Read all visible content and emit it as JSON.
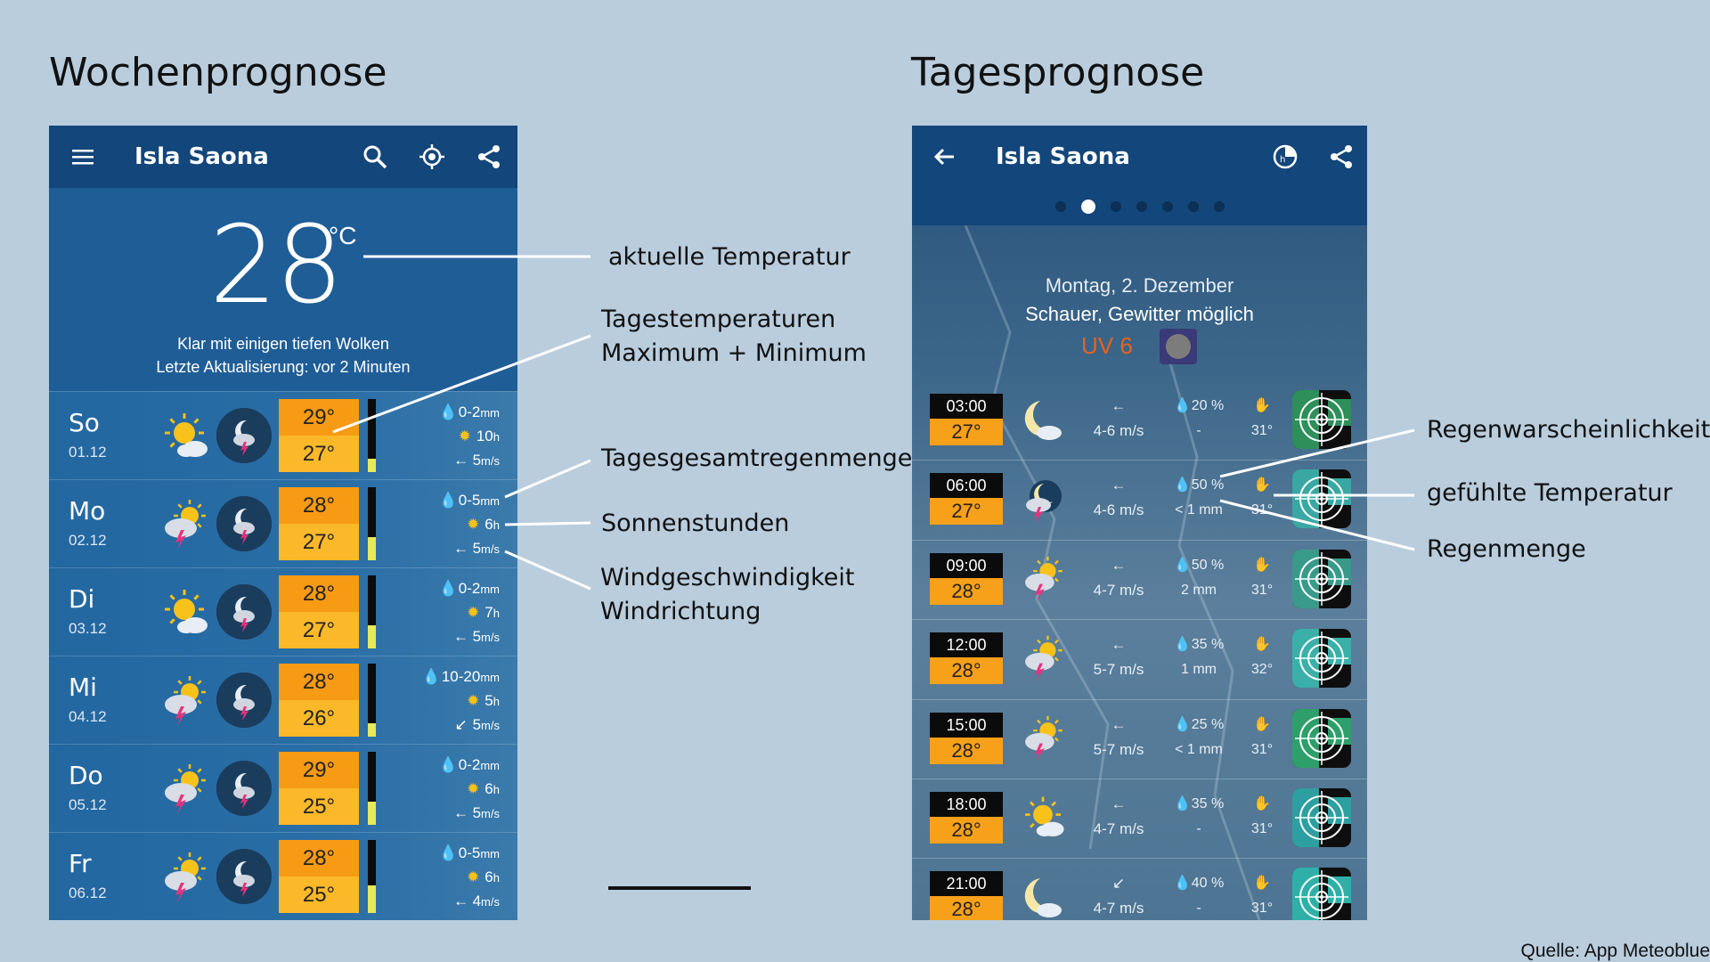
{
  "headings": {
    "left": "Wochenprognose",
    "right": "Tagesprognose"
  },
  "week": {
    "location": "Isla Saona",
    "current_temp": "28",
    "unit": "°C",
    "description": "Klar mit einigen tiefen Wolken",
    "updated": "Letzte Aktualisierung: vor 2 Minuten",
    "days": [
      {
        "name": "So",
        "date": "01.12",
        "max": "29°",
        "min": "27°",
        "rain": "0-2",
        "rain_unit": "mm",
        "sun": "10",
        "sun_unit": "h",
        "wind": "5",
        "wind_unit": "m/s",
        "rain_fill": 0.18
      },
      {
        "name": "Mo",
        "date": "02.12",
        "max": "28°",
        "min": "27°",
        "rain": "0-5",
        "rain_unit": "mm",
        "sun": "6",
        "sun_unit": "h",
        "wind": "5",
        "wind_unit": "m/s",
        "rain_fill": 0.32
      },
      {
        "name": "Di",
        "date": "03.12",
        "max": "28°",
        "min": "27°",
        "rain": "0-2",
        "rain_unit": "mm",
        "sun": "7",
        "sun_unit": "h",
        "wind": "5",
        "wind_unit": "m/s",
        "rain_fill": 0.32
      },
      {
        "name": "Mi",
        "date": "04.12",
        "max": "28°",
        "min": "26°",
        "rain": "10-20",
        "rain_unit": "mm",
        "sun": "5",
        "sun_unit": "h",
        "wind": "5",
        "wind_unit": "m/s",
        "rain_fill": 0.18
      },
      {
        "name": "Do",
        "date": "05.12",
        "max": "29°",
        "min": "25°",
        "rain": "0-2",
        "rain_unit": "mm",
        "sun": "6",
        "sun_unit": "h",
        "wind": "5",
        "wind_unit": "m/s",
        "rain_fill": 0.32
      },
      {
        "name": "Fr",
        "date": "06.12",
        "max": "28°",
        "min": "25°",
        "rain": "0-5",
        "rain_unit": "mm",
        "sun": "6",
        "sun_unit": "h",
        "wind": "4",
        "wind_unit": "m/s",
        "rain_fill": 0.38
      }
    ]
  },
  "day": {
    "location": "Isla Saona",
    "date": "Montag, 2. Dezember",
    "summary": "Schauer, Gewitter möglich",
    "uv": "UV 6",
    "hours": [
      {
        "time": "03:00",
        "temp": "27°",
        "wind": "4-6 m/s",
        "rain_prob": "20 %",
        "rain": "-",
        "feel": "31°"
      },
      {
        "time": "06:00",
        "temp": "27°",
        "wind": "4-6 m/s",
        "rain_prob": "50 %",
        "rain": "< 1 mm",
        "feel": "31°"
      },
      {
        "time": "09:00",
        "temp": "28°",
        "wind": "4-7 m/s",
        "rain_prob": "50 %",
        "rain": "2 mm",
        "feel": "31°"
      },
      {
        "time": "12:00",
        "temp": "28°",
        "wind": "5-7 m/s",
        "rain_prob": "35 %",
        "rain": "1 mm",
        "feel": "32°"
      },
      {
        "time": "15:00",
        "temp": "28°",
        "wind": "5-7 m/s",
        "rain_prob": "25 %",
        "rain": "< 1 mm",
        "feel": "31°"
      },
      {
        "time": "18:00",
        "temp": "28°",
        "wind": "4-7 m/s",
        "rain_prob": "35 %",
        "rain": "-",
        "feel": "31°"
      },
      {
        "time": "21:00",
        "temp": "28°",
        "wind": "4-7 m/s",
        "rain_prob": "40 %",
        "rain": "-",
        "feel": "31°"
      }
    ]
  },
  "annotations": {
    "current_temp": "aktuelle Temperatur",
    "day_temps_1": "Tagestemperaturen",
    "day_temps_2": "Maximum + Minimum",
    "total_rain": "Tagesgesamtregenmenge",
    "sun_hours": "Sonnenstunden",
    "wind_1": "Windgeschwindigkeit",
    "wind_2": "Windrichtung",
    "rain_prob": "Regenwarscheinlichkeit",
    "feel_temp": "gefühlte Temperatur",
    "rain_amount": "Regenmenge"
  },
  "source": "Quelle: App Meteoblue",
  "colors": {
    "background": "#b9cddd",
    "appbar": "#13467a",
    "max_temp": "#f79a14",
    "min_temp": "#fbb92a",
    "uv": "#e8631e"
  }
}
